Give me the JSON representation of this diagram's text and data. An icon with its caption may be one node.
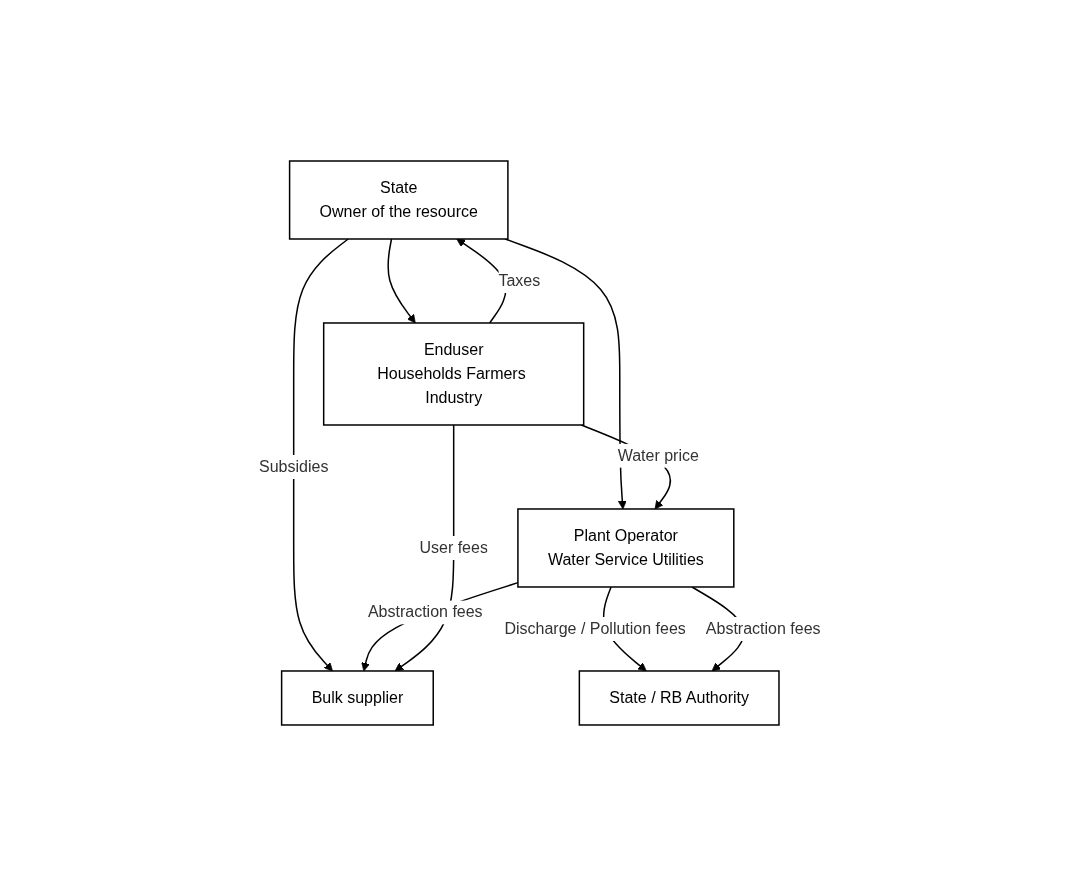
{
  "diagram": {
    "nodes": [
      {
        "text": [
          "State",
          "Owner of the resource"
        ]
      },
      {
        "text": [
          "State / RB Authority"
        ]
      },
      {
        "text": [
          "Bulk supplier"
        ]
      },
      {
        "text": [
          "Plant Operator",
          "Water Service Utilities"
        ]
      },
      {
        "text": [
          "Enduser",
          "Households Farmers Industry"
        ]
      }
    ],
    "edges": [
      {
        "from": 0,
        "to": 2,
        "label": "Subsidies",
        "arrow": "to"
      },
      {
        "from": 0,
        "to": 3,
        "arrow": "to"
      },
      {
        "from": 0,
        "to": 4,
        "arrow": "to"
      },
      {
        "from": 3,
        "to": 1,
        "label": "Discharge / Pollution fees",
        "arrow": "to"
      },
      {
        "from": 3,
        "to": 1,
        "label": "Abstraction fees",
        "arrow": "to"
      },
      {
        "from": 3,
        "to": 2,
        "label": "Abstraction fees",
        "arrow": "to"
      },
      {
        "from": 4,
        "to": 2,
        "label": "User fees",
        "arrow": "to"
      },
      {
        "from": 4,
        "to": 0,
        "label": "Taxes",
        "arrow": "to"
      },
      {
        "from": 4,
        "to": 3,
        "label": "Water price",
        "arrow": "to"
      }
    ]
  }
}
